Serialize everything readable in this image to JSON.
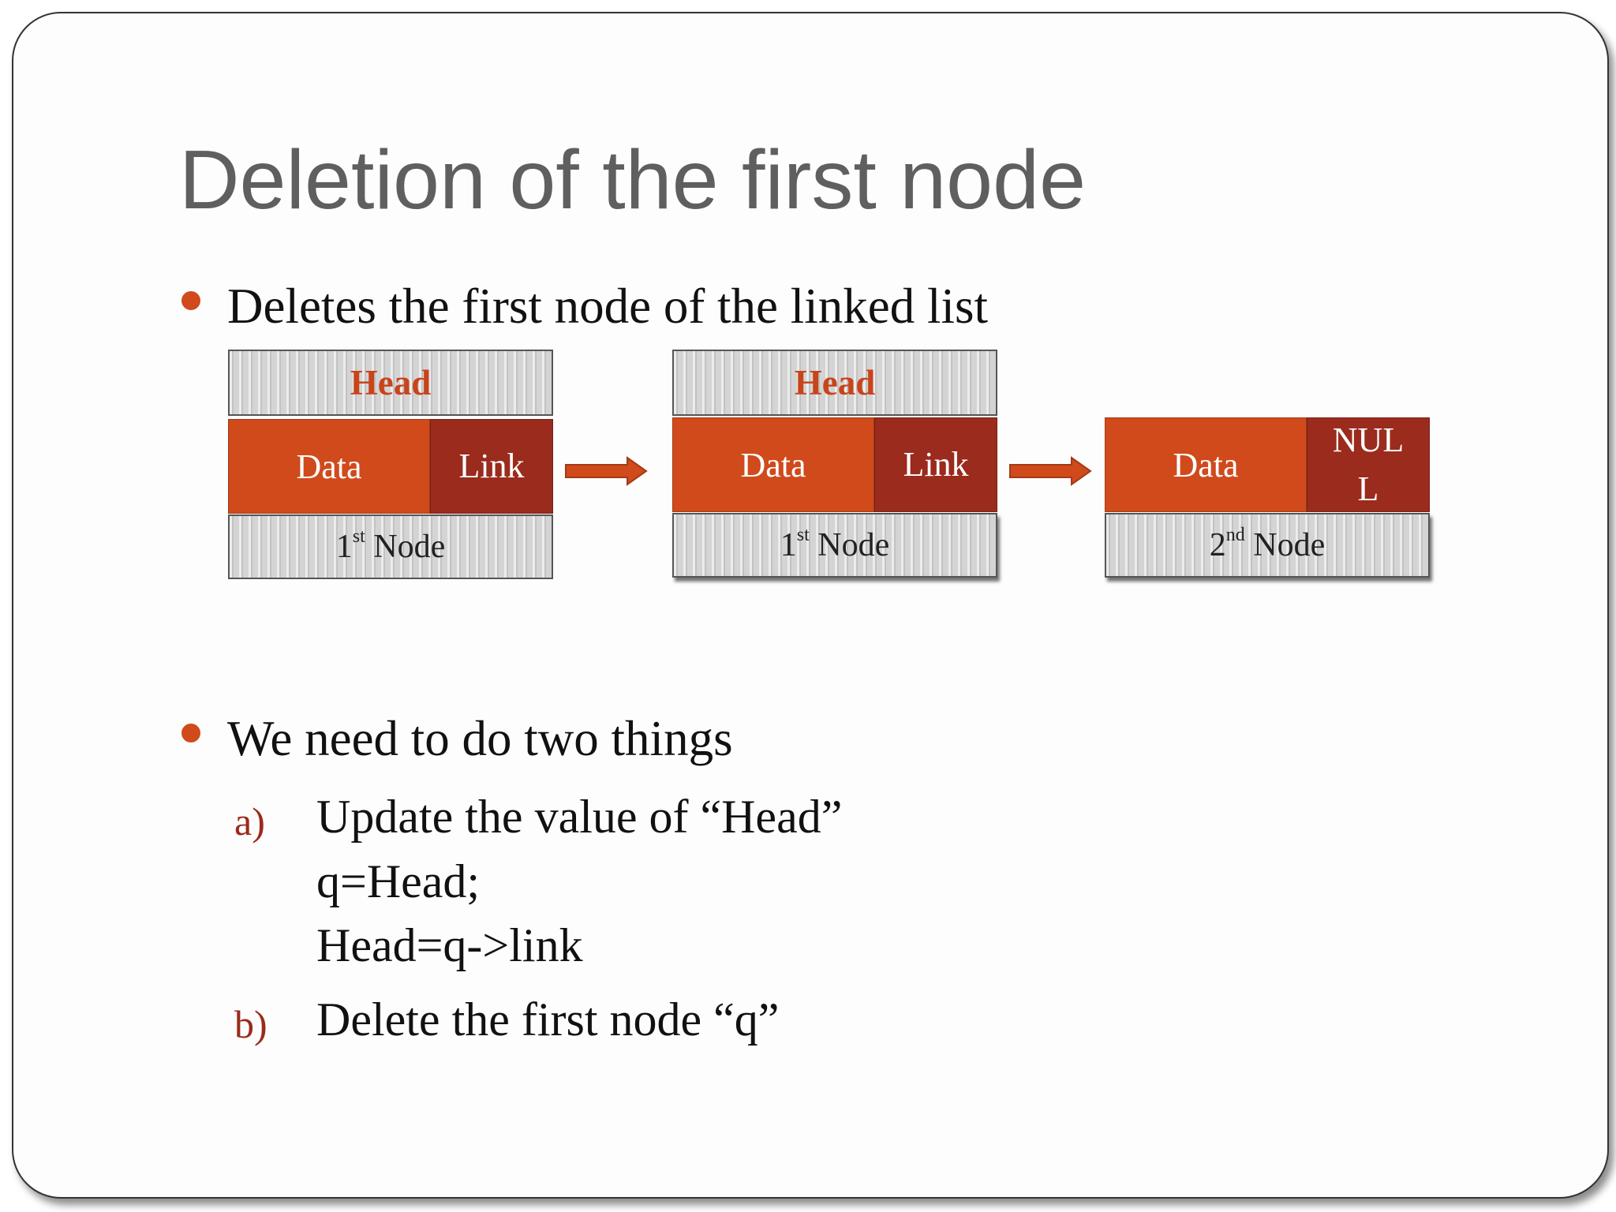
{
  "slide": {
    "title": "Deletion of the first node",
    "bullet1": "Deletes the first node of the linked list",
    "bullet2": "We need to do two things",
    "items": [
      {
        "label": "a)",
        "lines": [
          "Update the value of “Head”",
          "q=Head;",
          "Head=q->link"
        ]
      },
      {
        "label": "b)",
        "lines": [
          "Delete the first node “q”"
        ]
      }
    ]
  },
  "diagram": {
    "head_label": "Head",
    "data_label": "Data",
    "link_label": "Link",
    "null_label": "NUL\nL",
    "node1_num": "1",
    "node1_sup": "st",
    "node2_num": "2",
    "node2_sup": "nd",
    "node_word": "Node"
  },
  "colors": {
    "accent_orange": "#d04a1c",
    "link_red": "#9a2b1d",
    "title_gray": "#5f5f5f"
  }
}
